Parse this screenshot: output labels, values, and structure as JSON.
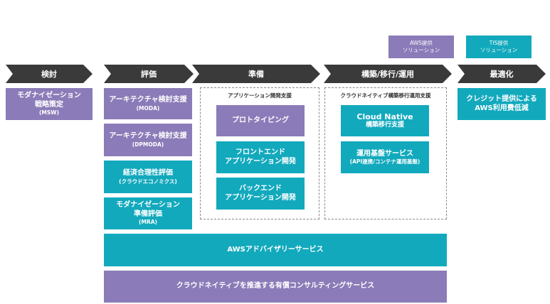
{
  "legend": {
    "aws": "AWS提供\nソリューション",
    "tis": "TIS提供\nソリューション"
  },
  "phases": [
    "検討",
    "評価",
    "準備",
    "構築/移行/運用",
    "最適化"
  ],
  "kento": {
    "title": "モダナイゼーション\n戦略策定",
    "sub": "(MSW)"
  },
  "hyoka": [
    {
      "title": "アーキテクチャ検討支援",
      "sub": "(MODA)"
    },
    {
      "title": "アーキテクチャ検討支援",
      "sub": "(DPMODA)"
    },
    {
      "title": "経済合理性評価",
      "sub": "(クラウドエコノミクス)"
    },
    {
      "title": "モダナイゼーション\n準備評価",
      "sub": "(MRA)"
    }
  ],
  "junbi": {
    "group_label": "アプリケーション開発支援",
    "items": [
      "プロトタイピング",
      "フロントエンド\nアプリケーション開発",
      "バックエンド\nアプリケーション開発"
    ]
  },
  "kochiku": {
    "group_label": "クラウドネイティブ構築移行運用支援",
    "items": [
      {
        "title": "Cloud Native",
        "sub": "構築移行支援"
      },
      {
        "title": "運用基盤サービス",
        "sub": "(API連携/コンテナ運用基盤)"
      }
    ]
  },
  "saiteki": {
    "title": "クレジット提供による\nAWS利用費低減"
  },
  "bands": [
    "AWSアドバイザリーサービス",
    "クラウドネイティブを推進する有償コンサルティングサービス"
  ],
  "colors": {
    "aws": "#8b7bb8",
    "tis": "#12a9bd",
    "phase": "#3a3a3a"
  }
}
